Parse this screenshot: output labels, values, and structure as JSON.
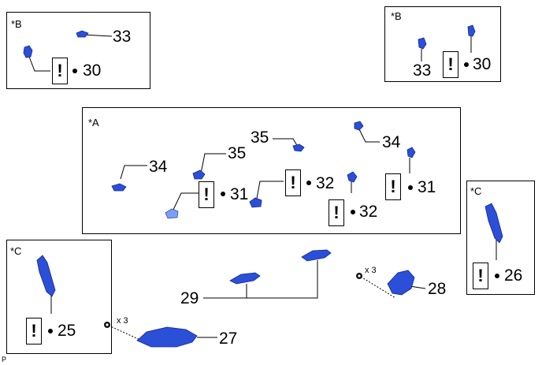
{
  "diagram": {
    "box_tags": {
      "b_left": "*B",
      "b_right": "*B",
      "a_center": "*A",
      "c_left": "*C",
      "c_right": "*C"
    },
    "caution_mark": "!",
    "callouts": {
      "b_left_33": "33",
      "b_left_30": "30",
      "b_right_33": "33",
      "b_right_30": "30",
      "a_35_top": "35",
      "a_34_right": "34",
      "a_34_left": "34",
      "a_35_mid": "35",
      "a_31_left": "31",
      "a_32_upper": "32",
      "a_31_right": "31",
      "a_32_lower": "32",
      "c_right_26": "26",
      "c_left_25": "25",
      "part_29": "29",
      "part_28": "28",
      "part_27": "27"
    },
    "quantity_tags": {
      "near_28": "x 3",
      "near_27": "x 3"
    },
    "footer_ref": "P"
  },
  "colors": {
    "part_fill": "#2b4fd6",
    "part_dark": "#14289a",
    "part_light": "#7f9df0",
    "line": "#000000"
  }
}
